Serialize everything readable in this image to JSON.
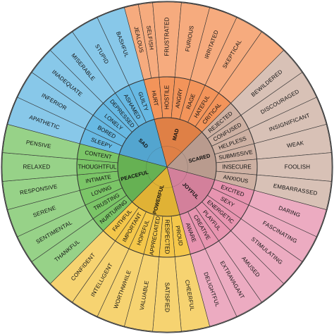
{
  "wheel": {
    "title": "",
    "colors": {
      "mad": "#f28b4c",
      "scared": "#c9a99a",
      "joyful": "#e58ba9",
      "powerful": "#f3c23a",
      "peaceful": "#6fc05a",
      "sad": "#5ab3e1"
    },
    "emotions": [
      {
        "name": "MAD",
        "color_key": "mad",
        "secondary": [
          {
            "label": "HURT",
            "tertiary": [
              "JEALOUS",
              "SELFISH"
            ]
          },
          {
            "label": "HOSTILE",
            "tertiary": [
              "FRUSTRATED"
            ]
          },
          {
            "label": "ANGRY",
            "tertiary": [
              "FURIOUS"
            ]
          },
          {
            "label": "RAGE",
            "tertiary": [
              "IRRITATED"
            ]
          },
          {
            "label": "HATEFUL",
            "tertiary": [
              "SKEPTICAL"
            ]
          },
          {
            "label": "CRITICAL",
            "tertiary": []
          }
        ]
      },
      {
        "name": "SCARED",
        "color_key": "scared",
        "secondary": [
          {
            "label": "REJECTED",
            "tertiary": [
              "BEWILDERED"
            ]
          },
          {
            "label": "CONFUSED",
            "tertiary": [
              "DISCOURAGED"
            ]
          },
          {
            "label": "HELPLESS",
            "tertiary": [
              "INSIGNIFICANT"
            ]
          },
          {
            "label": "SUBMISSIVE",
            "tertiary": [
              "WEAK"
            ]
          },
          {
            "label": "INSECURE",
            "tertiary": [
              "FOOLISH"
            ]
          },
          {
            "label": "ANXIOUS",
            "tertiary": [
              "EMBARRASSED"
            ]
          }
        ]
      },
      {
        "name": "JOYFUL",
        "color_key": "joyful",
        "secondary": [
          {
            "label": "EXCITED",
            "tertiary": [
              "DARING"
            ]
          },
          {
            "label": "SEXY",
            "tertiary": [
              "FASCINATING"
            ]
          },
          {
            "label": "ENERGETIC",
            "tertiary": [
              "STIMULATING"
            ]
          },
          {
            "label": "PLAYFUL",
            "tertiary": [
              "AMUSED"
            ]
          },
          {
            "label": "CREATIVE",
            "tertiary": [
              "EXTRAVAGANT"
            ]
          },
          {
            "label": "AWARE",
            "tertiary": [
              "DELIGHTFUL"
            ]
          }
        ]
      },
      {
        "name": "POWERFUL",
        "color_key": "powerful",
        "secondary": [
          {
            "label": "PROUD",
            "tertiary": [
              "CHEERFUL"
            ]
          },
          {
            "label": "RESPECTED",
            "tertiary": [
              "SATISFIED"
            ]
          },
          {
            "label": "APPRECIATED",
            "tertiary": [
              "VALUABLE"
            ]
          },
          {
            "label": "HOPEFUL",
            "tertiary": [
              "WORTHWHILE"
            ]
          },
          {
            "label": "IMPORTANT",
            "tertiary": [
              "INTELLIGENT"
            ]
          },
          {
            "label": "FAITHFUL",
            "tertiary": [
              "CONFIDENT"
            ]
          }
        ]
      },
      {
        "name": "PEACEFUL",
        "color_key": "peaceful",
        "secondary": [
          {
            "label": "NURTURING",
            "tertiary": [
              "THANKFUL"
            ]
          },
          {
            "label": "TRUSTING",
            "tertiary": [
              "SENTIMENTAL"
            ]
          },
          {
            "label": "LOVING",
            "tertiary": [
              "SERENE"
            ]
          },
          {
            "label": "INTIMATE",
            "tertiary": [
              "RESPONSIVE"
            ]
          },
          {
            "label": "THOUGHTFUL",
            "tertiary": [
              "RELAXED"
            ]
          },
          {
            "label": "CONTENT",
            "tertiary": [
              "PENSIVE"
            ]
          }
        ]
      },
      {
        "name": "SAD",
        "color_key": "sad",
        "secondary": [
          {
            "label": "SLEEPY",
            "tertiary": [
              "APATHETIC"
            ]
          },
          {
            "label": "BORED",
            "tertiary": [
              "INFERIOR"
            ]
          },
          {
            "label": "LONELY",
            "tertiary": [
              "INADEQUATE"
            ]
          },
          {
            "label": "DEPRESSED",
            "tertiary": [
              "MISERABLE"
            ]
          },
          {
            "label": "ASHAMED",
            "tertiary": [
              "STUPID"
            ]
          },
          {
            "label": "GUILTY",
            "tertiary": [
              "BASHFUL"
            ]
          }
        ]
      }
    ]
  }
}
